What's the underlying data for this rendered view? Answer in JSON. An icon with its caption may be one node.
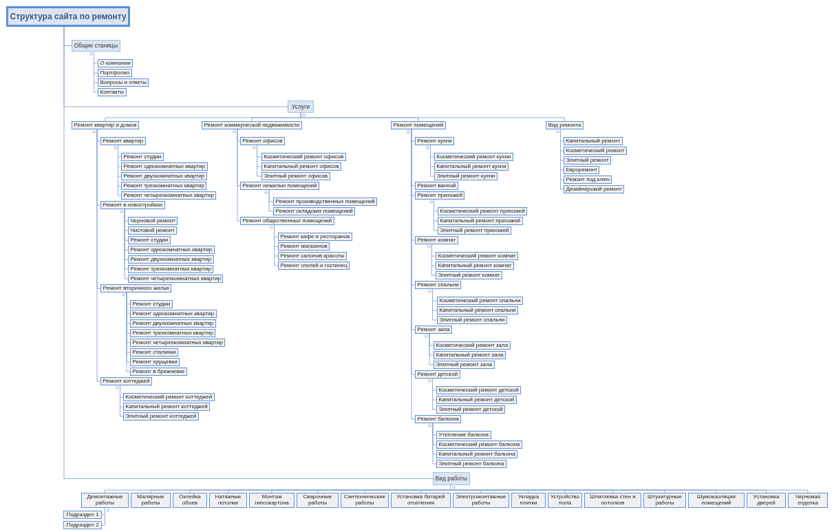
{
  "diagram": {
    "nodes": [
      {
        "text": [
          "Структура сайта по ремонту"
        ]
      },
      {
        "text": [
          "Общие станицы"
        ]
      },
      {
        "text": [
          "О компании"
        ]
      },
      {
        "text": [
          "Портфолио"
        ]
      },
      {
        "text": [
          "Вопросы и ответы"
        ]
      },
      {
        "text": [
          "Контакты"
        ]
      },
      {
        "text": [
          "Услуги"
        ]
      },
      {
        "text": [
          "Ремонт квартир и домов"
        ]
      },
      {
        "text": [
          "Ремонт квартир"
        ]
      },
      {
        "text": [
          "Ремонт студии"
        ]
      },
      {
        "text": [
          "Ремонт однокомнатных квартир"
        ]
      },
      {
        "text": [
          "Ремонт двухкомнатных квартир"
        ]
      },
      {
        "text": [
          "Ремонт трехкомнатных квартир"
        ]
      },
      {
        "text": [
          "Ремонт четырехкомнатных квартир"
        ]
      },
      {
        "text": [
          "Ремонт в новостройках"
        ]
      },
      {
        "text": [
          "Черновой ремонт"
        ]
      },
      {
        "text": [
          "Чистовой ремонт"
        ]
      },
      {
        "text": [
          "Ремонт студии"
        ]
      },
      {
        "text": [
          "Ремонт однокомнатных квартир"
        ]
      },
      {
        "text": [
          "Ремонт двухкомнатных квартир"
        ]
      },
      {
        "text": [
          "Ремонт трехкомнатных квартир"
        ]
      },
      {
        "text": [
          "Ремонт четырехкомнатных квартир"
        ]
      },
      {
        "text": [
          "Ремонт вторичного жилья"
        ]
      },
      {
        "text": [
          "Ремонт студии"
        ]
      },
      {
        "text": [
          "Ремонт однокомнатных квартир"
        ]
      },
      {
        "text": [
          "Ремонт двухкомнатных квартир"
        ]
      },
      {
        "text": [
          "Ремонт трехкомнатных квартир"
        ]
      },
      {
        "text": [
          "Ремонт четырехкомнатных квартир"
        ]
      },
      {
        "text": [
          "Ремонт сталинки"
        ]
      },
      {
        "text": [
          "Ремонт хрущевки"
        ]
      },
      {
        "text": [
          "Ремонт в брежневке"
        ]
      },
      {
        "text": [
          "Ремонт коттеджей"
        ]
      },
      {
        "text": [
          "Косметический ремонт коттеджей"
        ]
      },
      {
        "text": [
          "Капитальный ремонт коттеджей"
        ]
      },
      {
        "text": [
          "Элитный ремонт коттеджей"
        ]
      },
      {
        "text": [
          "Ремонт коммерческой недвижимости"
        ]
      },
      {
        "text": [
          "Ремонт офисов"
        ]
      },
      {
        "text": [
          "Косметический ремонт офисов"
        ]
      },
      {
        "text": [
          "Капитальный ремонт офисов"
        ]
      },
      {
        "text": [
          "Элитный ремонт офисов"
        ]
      },
      {
        "text": [
          "Ремонт нежилых помещений"
        ]
      },
      {
        "text": [
          "Ремонт производственных помещений"
        ]
      },
      {
        "text": [
          "Ремонт складских помещений"
        ]
      },
      {
        "text": [
          "Ремонт общественных помещений"
        ]
      },
      {
        "text": [
          "Ремонт кафе и ресторанов"
        ]
      },
      {
        "text": [
          "Ремонт магазинов"
        ]
      },
      {
        "text": [
          "Ремонт салонов красоты"
        ]
      },
      {
        "text": [
          "Ремонт отелей и гостинец"
        ]
      },
      {
        "text": [
          "Ремонт помещений"
        ]
      },
      {
        "text": [
          "Ремонт кухни"
        ]
      },
      {
        "text": [
          "Косметический ремонт кухни"
        ]
      },
      {
        "text": [
          "Капитальный ремонт кухни"
        ]
      },
      {
        "text": [
          "Элитный ремонт кухни"
        ]
      },
      {
        "text": [
          "Ремонт ванной"
        ]
      },
      {
        "text": [
          "Ремонт прихожей"
        ]
      },
      {
        "text": [
          "Косметический ремонт прихожей"
        ]
      },
      {
        "text": [
          "Капитальный ремонт прихожей"
        ]
      },
      {
        "text": [
          "Элитный ремонт прихожей"
        ]
      },
      {
        "text": [
          "Ремонт комнат"
        ]
      },
      {
        "text": [
          "Косметический ремонт комнат"
        ]
      },
      {
        "text": [
          "Капитальный ремонт комнат"
        ]
      },
      {
        "text": [
          "Элитный ремонт комнат"
        ]
      },
      {
        "text": [
          "Ремонт спальни"
        ]
      },
      {
        "text": [
          "Косметический ремонт спальни"
        ]
      },
      {
        "text": [
          "Капитальный ремонт спальни"
        ]
      },
      {
        "text": [
          "Элитный ремонт спальни"
        ]
      },
      {
        "text": [
          "Ремонт зала"
        ]
      },
      {
        "text": [
          "Косметический ремонт зала"
        ]
      },
      {
        "text": [
          "Капитальный ремонт зала"
        ]
      },
      {
        "text": [
          "Элитный ремонт зала"
        ]
      },
      {
        "text": [
          "Ремонт детской"
        ]
      },
      {
        "text": [
          "Косметический ремонт детской"
        ]
      },
      {
        "text": [
          "Капитальный ремонт детской"
        ]
      },
      {
        "text": [
          "Элитный ремонт детской"
        ]
      },
      {
        "text": [
          "Ремонт балкона"
        ]
      },
      {
        "text": [
          "Утепление балкона"
        ]
      },
      {
        "text": [
          "Косметический ремонт балкона"
        ]
      },
      {
        "text": [
          "Капитальный ремонт балкона"
        ]
      },
      {
        "text": [
          "Элитный ремонт балкона"
        ]
      },
      {
        "text": [
          "Вид ремонта"
        ]
      },
      {
        "text": [
          "Капитальный ремонт"
        ]
      },
      {
        "text": [
          "Косметический ремонт"
        ]
      },
      {
        "text": [
          "Элитный ремонт"
        ]
      },
      {
        "text": [
          "Евроремонт"
        ]
      },
      {
        "text": [
          "Ремонт под ключ"
        ]
      },
      {
        "text": [
          "Дизайнерский ремонт"
        ]
      },
      {
        "text": [
          "Вид работы"
        ]
      },
      {
        "text": [
          "Демонтажные работы"
        ]
      },
      {
        "text": [
          "Подраздел 1"
        ]
      },
      {
        "text": [
          "Подраздел 2"
        ]
      },
      {
        "text": [
          "Малярные работы"
        ]
      },
      {
        "text": [
          "Оклейка обоев"
        ]
      },
      {
        "text": [
          "Натяжные потолки"
        ]
      },
      {
        "text": [
          "Монтаж гипсокартона"
        ]
      },
      {
        "text": [
          "Сварочные работы"
        ]
      },
      {
        "text": [
          "Сантехнические работы"
        ]
      },
      {
        "text": [
          "Установка батарей отопления"
        ]
      },
      {
        "text": [
          "Электромонтажные работы"
        ]
      },
      {
        "text": [
          "Укладка плитки"
        ]
      },
      {
        "text": [
          "Устройство пола"
        ]
      },
      {
        "text": [
          "Шпатлевка стен и потолков"
        ]
      },
      {
        "text": [
          "Штукатурные работы"
        ]
      },
      {
        "text": [
          "Шумоизоляция помещений"
        ]
      },
      {
        "text": [
          "Установка дверей"
        ]
      },
      {
        "text": [
          "Черновая отделка"
        ]
      }
    ],
    "edges": [
      {
        "from": 0,
        "to": 1,
        "arrow": "none"
      },
      {
        "from": 0,
        "to": 6,
        "arrow": "none"
      },
      {
        "from": 0,
        "to": 86,
        "arrow": "none"
      },
      {
        "from": 1,
        "to": 2,
        "arrow": "none"
      },
      {
        "from": 1,
        "to": 3,
        "arrow": "none"
      },
      {
        "from": 1,
        "to": 4,
        "arrow": "none"
      },
      {
        "from": 1,
        "to": 5,
        "arrow": "none"
      },
      {
        "from": 6,
        "to": 7,
        "arrow": "none"
      },
      {
        "from": 6,
        "to": 35,
        "arrow": "none"
      },
      {
        "from": 6,
        "to": 48,
        "arrow": "none"
      },
      {
        "from": 6,
        "to": 79,
        "arrow": "none"
      },
      {
        "from": 7,
        "to": 8,
        "arrow": "none"
      },
      {
        "from": 7,
        "to": 14,
        "arrow": "none"
      },
      {
        "from": 7,
        "to": 22,
        "arrow": "none"
      },
      {
        "from": 7,
        "to": 31,
        "arrow": "none"
      },
      {
        "from": 8,
        "to": 9,
        "arrow": "none"
      },
      {
        "from": 8,
        "to": 10,
        "arrow": "none"
      },
      {
        "from": 8,
        "to": 11,
        "arrow": "none"
      },
      {
        "from": 8,
        "to": 12,
        "arrow": "none"
      },
      {
        "from": 8,
        "to": 13,
        "arrow": "none"
      },
      {
        "from": 14,
        "to": 15,
        "arrow": "none"
      },
      {
        "from": 14,
        "to": 16,
        "arrow": "none"
      },
      {
        "from": 14,
        "to": 17,
        "arrow": "none"
      },
      {
        "from": 14,
        "to": 18,
        "arrow": "none"
      },
      {
        "from": 14,
        "to": 19,
        "arrow": "none"
      },
      {
        "from": 14,
        "to": 20,
        "arrow": "none"
      },
      {
        "from": 14,
        "to": 21,
        "arrow": "none"
      },
      {
        "from": 22,
        "to": 23,
        "arrow": "none"
      },
      {
        "from": 22,
        "to": 24,
        "arrow": "none"
      },
      {
        "from": 22,
        "to": 25,
        "arrow": "none"
      },
      {
        "from": 22,
        "to": 26,
        "arrow": "none"
      },
      {
        "from": 22,
        "to": 27,
        "arrow": "none"
      },
      {
        "from": 22,
        "to": 28,
        "arrow": "none"
      },
      {
        "from": 22,
        "to": 29,
        "arrow": "none"
      },
      {
        "from": 22,
        "to": 30,
        "arrow": "none"
      },
      {
        "from": 31,
        "to": 32,
        "arrow": "none"
      },
      {
        "from": 31,
        "to": 33,
        "arrow": "none"
      },
      {
        "from": 31,
        "to": 34,
        "arrow": "none"
      },
      {
        "from": 35,
        "to": 36,
        "arrow": "none"
      },
      {
        "from": 35,
        "to": 40,
        "arrow": "none"
      },
      {
        "from": 35,
        "to": 43,
        "arrow": "none"
      },
      {
        "from": 36,
        "to": 37,
        "arrow": "none"
      },
      {
        "from": 36,
        "to": 38,
        "arrow": "none"
      },
      {
        "from": 36,
        "to": 39,
        "arrow": "none"
      },
      {
        "from": 40,
        "to": 41,
        "arrow": "none"
      },
      {
        "from": 40,
        "to": 42,
        "arrow": "none"
      },
      {
        "from": 43,
        "to": 44,
        "arrow": "none"
      },
      {
        "from": 43,
        "to": 45,
        "arrow": "none"
      },
      {
        "from": 43,
        "to": 46,
        "arrow": "none"
      },
      {
        "from": 43,
        "to": 47,
        "arrow": "none"
      },
      {
        "from": 48,
        "to": 49,
        "arrow": "none"
      },
      {
        "from": 48,
        "to": 53,
        "arrow": "none"
      },
      {
        "from": 48,
        "to": 54,
        "arrow": "none"
      },
      {
        "from": 48,
        "to": 58,
        "arrow": "none"
      },
      {
        "from": 48,
        "to": 62,
        "arrow": "none"
      },
      {
        "from": 48,
        "to": 66,
        "arrow": "none"
      },
      {
        "from": 48,
        "to": 70,
        "arrow": "none"
      },
      {
        "from": 48,
        "to": 74,
        "arrow": "none"
      },
      {
        "from": 49,
        "to": 50,
        "arrow": "none"
      },
      {
        "from": 49,
        "to": 51,
        "arrow": "none"
      },
      {
        "from": 49,
        "to": 52,
        "arrow": "none"
      },
      {
        "from": 54,
        "to": 55,
        "arrow": "none"
      },
      {
        "from": 54,
        "to": 56,
        "arrow": "none"
      },
      {
        "from": 54,
        "to": 57,
        "arrow": "none"
      },
      {
        "from": 58,
        "to": 59,
        "arrow": "none"
      },
      {
        "from": 58,
        "to": 60,
        "arrow": "none"
      },
      {
        "from": 58,
        "to": 61,
        "arrow": "none"
      },
      {
        "from": 62,
        "to": 63,
        "arrow": "none"
      },
      {
        "from": 62,
        "to": 64,
        "arrow": "none"
      },
      {
        "from": 62,
        "to": 65,
        "arrow": "none"
      },
      {
        "from": 66,
        "to": 67,
        "arrow": "none"
      },
      {
        "from": 66,
        "to": 68,
        "arrow": "none"
      },
      {
        "from": 66,
        "to": 69,
        "arrow": "none"
      },
      {
        "from": 70,
        "to": 71,
        "arrow": "none"
      },
      {
        "from": 70,
        "to": 72,
        "arrow": "none"
      },
      {
        "from": 70,
        "to": 73,
        "arrow": "none"
      },
      {
        "from": 74,
        "to": 75,
        "arrow": "none"
      },
      {
        "from": 74,
        "to": 76,
        "arrow": "none"
      },
      {
        "from": 74,
        "to": 77,
        "arrow": "none"
      },
      {
        "from": 74,
        "to": 78,
        "arrow": "none"
      },
      {
        "from": 79,
        "to": 80,
        "arrow": "none"
      },
      {
        "from": 79,
        "to": 81,
        "arrow": "none"
      },
      {
        "from": 79,
        "to": 82,
        "arrow": "none"
      },
      {
        "from": 79,
        "to": 83,
        "arrow": "none"
      },
      {
        "from": 79,
        "to": 84,
        "arrow": "none"
      },
      {
        "from": 79,
        "to": 85,
        "arrow": "none"
      },
      {
        "from": 86,
        "to": 87,
        "arrow": "none"
      },
      {
        "from": 86,
        "to": 90,
        "arrow": "none"
      },
      {
        "from": 86,
        "to": 91,
        "arrow": "none"
      },
      {
        "from": 86,
        "to": 92,
        "arrow": "none"
      },
      {
        "from": 86,
        "to": 93,
        "arrow": "none"
      },
      {
        "from": 86,
        "to": 94,
        "arrow": "none"
      },
      {
        "from": 86,
        "to": 95,
        "arrow": "none"
      },
      {
        "from": 86,
        "to": 96,
        "arrow": "none"
      },
      {
        "from": 86,
        "to": 97,
        "arrow": "none"
      },
      {
        "from": 86,
        "to": 98,
        "arrow": "none"
      },
      {
        "from": 86,
        "to": 99,
        "arrow": "none"
      },
      {
        "from": 86,
        "to": 100,
        "arrow": "none"
      },
      {
        "from": 86,
        "to": 101,
        "arrow": "none"
      },
      {
        "from": 86,
        "to": 102,
        "arrow": "none"
      },
      {
        "from": 86,
        "to": 103,
        "arrow": "none"
      },
      {
        "from": 86,
        "to": 104,
        "arrow": "none"
      },
      {
        "from": 87,
        "to": 88,
        "arrow": "none"
      },
      {
        "from": 87,
        "to": 89,
        "arrow": "none"
      }
    ]
  }
}
